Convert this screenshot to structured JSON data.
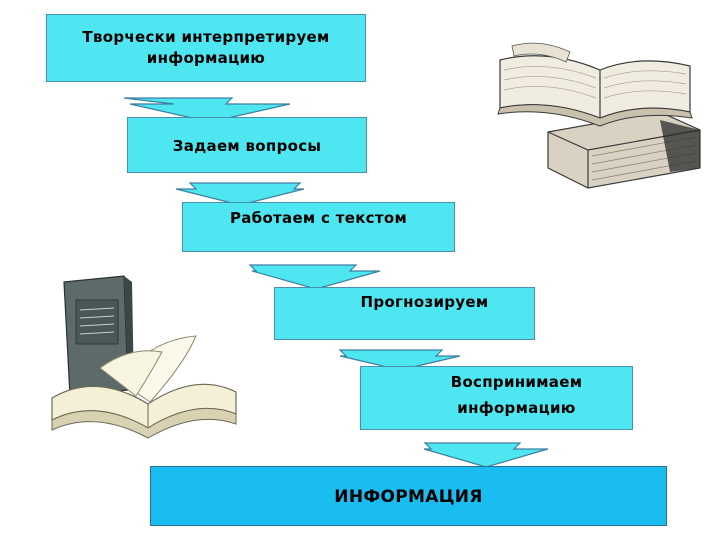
{
  "steps": [
    {
      "lines": [
        "Творчески интерпретируем",
        "информацию"
      ]
    },
    {
      "lines": [
        "Задаем вопросы"
      ]
    },
    {
      "lines": [
        "Работаем с текстом"
      ]
    },
    {
      "lines": [
        "Прогнозируем"
      ]
    },
    {
      "lines": [
        "Воспринимаем",
        "информацию"
      ]
    },
    {
      "lines": [
        "ИНФОРМАЦИЯ"
      ]
    }
  ],
  "colors": {
    "step_fill": "#4ee6f0",
    "final_fill": "#19bdf0",
    "border": "#4a8fb0"
  },
  "illustrations": [
    "open-books-stack-icon",
    "open-book-with-closed-book-icon"
  ]
}
